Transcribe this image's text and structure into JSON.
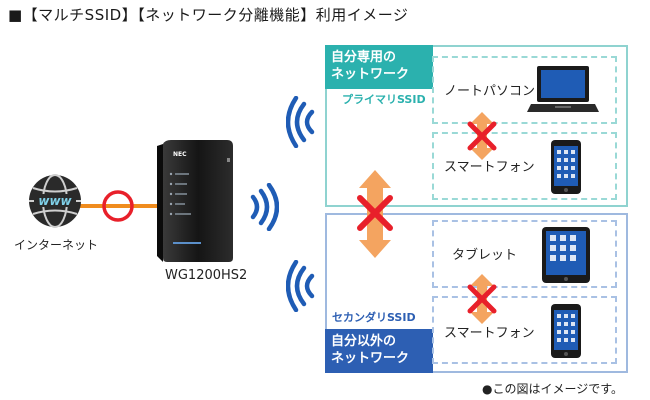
{
  "title": "■【マルチSSID】【ネットワーク分離機能】利用イメージ",
  "internet": {
    "label": "インターネット",
    "globe_text": "www"
  },
  "router": {
    "model": "WG1200HS2",
    "brand": "NEC"
  },
  "primary_network": {
    "label_line1": "自分専用の",
    "label_line2": "ネットワーク",
    "ssid": "プライマリSSID",
    "devices": [
      "ノートパソコン",
      "スマートフォン"
    ]
  },
  "secondary_network": {
    "label_line1": "自分以外の",
    "label_line2": "ネットワーク",
    "ssid": "セカンダリSSID",
    "devices": [
      "タブレット",
      "スマートフォン"
    ]
  },
  "note": "●この図はイメージです。",
  "colors": {
    "primary": "#2bb1ae",
    "secondary": "#2d5fb3",
    "wifi": "#1f5cb5",
    "cross": "#e8202a",
    "arrow": "#f4a460",
    "line": "#f08c1e"
  }
}
